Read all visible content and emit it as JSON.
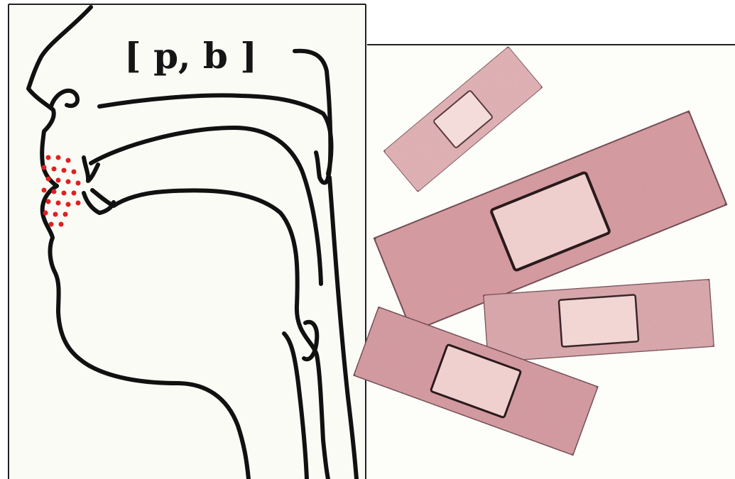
{
  "phonetics_panel": {
    "label": "[ p, b ]",
    "background": "#fbfbf6",
    "outline_color": "#111111",
    "articulation_dot_color": "#e02020",
    "icon": "head-sagittal-section-icon",
    "place_of_articulation": "bilabial"
  },
  "bandages_panel": {
    "background": "#fdfdf9",
    "bandage_colors": {
      "strip": "#d9a0a4",
      "strip_light": "#e6bcbd",
      "pad": "#efcfcd",
      "outline": "#2a1a1c"
    },
    "bandage_count": 4,
    "icon": "adhesive-bandage-icon"
  }
}
